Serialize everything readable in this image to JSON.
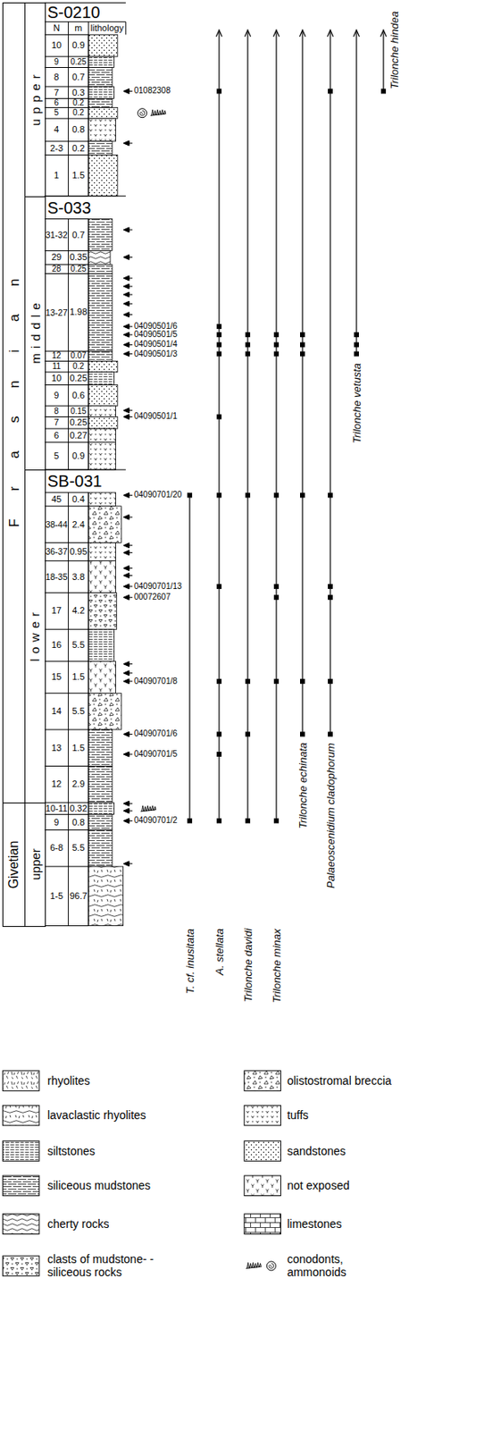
{
  "diagram": {
    "nodes": [
      {
        "text": [
          "Frasnian"
        ]
      },
      {
        "text": [
          "upper"
        ]
      },
      {
        "text": [
          "middle"
        ]
      },
      {
        "text": [
          "lower"
        ]
      },
      {
        "text": [
          "Givetian"
        ]
      },
      {
        "text": [
          "upper"
        ]
      }
    ],
    "labels": [
      "S-0210",
      "N",
      "m",
      "lithology",
      "10",
      "0.9",
      "9",
      "0.25",
      "8",
      "0.7",
      "7",
      "0.3",
      "6",
      "0.2",
      "5",
      "0.2",
      "4",
      "0.8",
      "2-3",
      "0.2",
      "1",
      "1.5",
      "01082308",
      "S-033",
      "31-32",
      "0.7",
      "29",
      "0.35",
      "28",
      "0.25",
      "13-27",
      "1.98",
      "12",
      "0.07",
      "11",
      "0.2",
      "10",
      "0.25",
      "9",
      "0.6",
      "8",
      "0.15",
      "7",
      "0.25",
      "6",
      "0.27",
      "5",
      "0.9",
      "04090501/6",
      "04090501/5",
      "04090501/4",
      "04090501/3",
      "04090501/1",
      "SB-031",
      "45",
      "0.4",
      "38-44",
      "2.4",
      "36-37",
      "0.95",
      "18-35",
      "3.8",
      "17",
      "4.2",
      "16",
      "5.5",
      "15",
      "1.5",
      "14",
      "5.5",
      "13",
      "1.5",
      "12",
      "2.9",
      "10-11",
      "0.32",
      "9",
      "0.8",
      "6-8",
      "5.5",
      "1-5",
      "96.7",
      "04090701/20",
      "04090701/13",
      "00072607",
      "04090701/8",
      "04090701/6",
      "04090701/5",
      "04090701/2",
      "T. cf. inusitata",
      "A. stellata",
      "Trilonche davidi",
      "Trilonche minax",
      "Trilonche echinata",
      "Palaeoscenidium cladophorum",
      "Trilonche vetusta",
      "Trilonche hindea"
    ],
    "legend": [
      {
        "text": "rhyolites"
      },
      {
        "text": "olistostromal breccia"
      },
      {
        "text": "lavaclastic rhyolites"
      },
      {
        "text": "tuffs"
      },
      {
        "text": "siltstones"
      },
      {
        "text": "sandstones"
      },
      {
        "text": "siliceous mudstones"
      },
      {
        "text": "not exposed"
      },
      {
        "text": "cherty rocks"
      },
      {
        "text": "limestones"
      },
      {
        "text": "clasts of mudstone- -siliceous rocks"
      },
      {
        "text": "conodonts, ammonoids"
      }
    ]
  }
}
